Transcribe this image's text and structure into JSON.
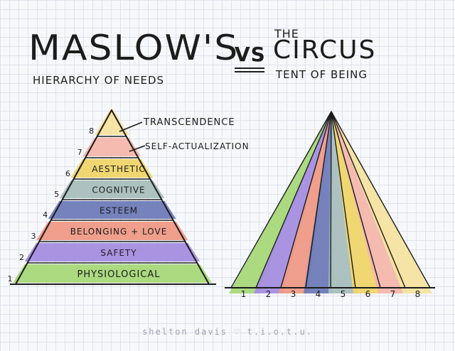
{
  "title": {
    "left": "MASLOW'S",
    "left_sub": "HIERARCHY OF NEEDS",
    "vs": "VS",
    "right_the": "THE",
    "right": "CIRCUS",
    "right_sub": "TENT OF BEING"
  },
  "pyramid": {
    "levels": [
      {
        "num": "1",
        "label": "PHYSIOLOGICAL",
        "color": "#a6d87a"
      },
      {
        "num": "2",
        "label": "SAFETY",
        "color": "#a58ee0"
      },
      {
        "num": "3",
        "label": "BELONGING + LOVE",
        "color": "#ee9a86"
      },
      {
        "num": "4",
        "label": "ESTEEM",
        "color": "#6e7bb8"
      },
      {
        "num": "5",
        "label": "COGNITIVE",
        "color": "#a9bfbd"
      },
      {
        "num": "6",
        "label": "AESTHETIC",
        "color": "#efd56a"
      },
      {
        "num": "7",
        "label": "",
        "color": "#f4b7ad"
      },
      {
        "num": "8",
        "label": "",
        "color": "#f4e3a0"
      }
    ],
    "callouts": {
      "transcendence": "TRANSCENDENCE",
      "self_actualization": "SELF-ACTUALIZATION"
    }
  },
  "tent": {
    "stripes": [
      {
        "num": "1",
        "color": "#a6d87a"
      },
      {
        "num": "2",
        "color": "#a58ee0"
      },
      {
        "num": "3",
        "color": "#ee9a86"
      },
      {
        "num": "4",
        "color": "#6e7bb8"
      },
      {
        "num": "5",
        "color": "#a9bfbd"
      },
      {
        "num": "6",
        "color": "#efd56a"
      },
      {
        "num": "7",
        "color": "#f4b7ad"
      },
      {
        "num": "8",
        "color": "#f4e3a0"
      }
    ]
  },
  "footer": "shelton davis ♡ t.i.o.t.u."
}
